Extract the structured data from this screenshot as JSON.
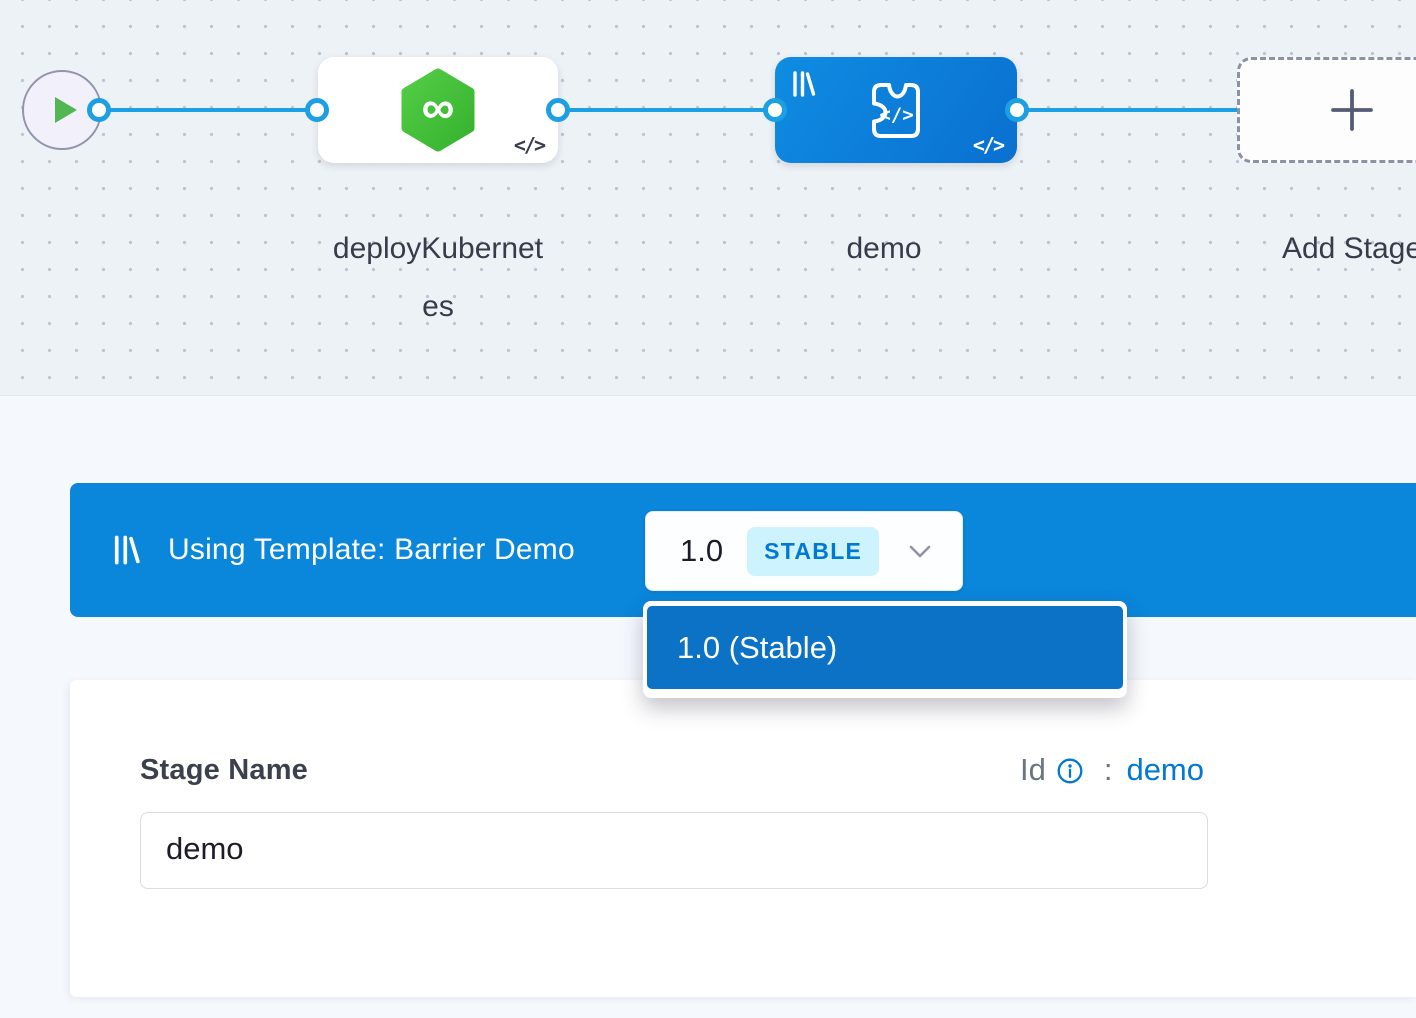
{
  "canvas": {
    "deploy_stage_label": "deployKubernetes",
    "demo_stage_label": "demo",
    "add_stage_label": "Add Stage",
    "code_icon_glyph": "</>",
    "infinity_glyph": "∞"
  },
  "template_banner": {
    "label": "Using Template: Barrier Demo",
    "version": "1.0",
    "version_badge": "STABLE"
  },
  "version_menu": {
    "options": [
      {
        "label": "1.0 (Stable)",
        "selected": true
      }
    ]
  },
  "stage_form": {
    "name_label": "Stage Name",
    "name_value": "demo",
    "id_label": "Id",
    "id_separator": ":",
    "id_value": "demo"
  },
  "colors": {
    "banner_blue": "#0a86db",
    "menu_item_blue": "#0b72c6",
    "accent_blue": "#0278d5",
    "badge_bg": "#cdf4fe",
    "connector_blue": "#1d9fe4",
    "stage_green": "#45c13e",
    "node_gradient_blue": "#0f8ce2"
  }
}
